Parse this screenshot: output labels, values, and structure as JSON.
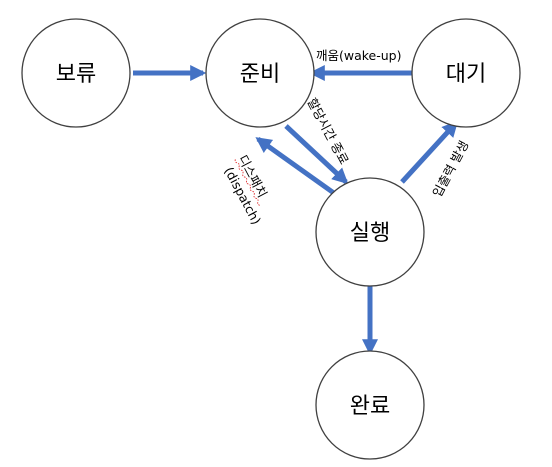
{
  "states": {
    "hold": "보류",
    "ready": "준비",
    "wait": "대기",
    "run": "실행",
    "done": "완료"
  },
  "transitions": {
    "wakeup": "깨움(wake-up)",
    "timeout": "할당시간 종료",
    "dispatch": "디스패치",
    "dispatch_en": "(dispatch)",
    "io_event": "입출력 발생"
  },
  "colors": {
    "arrow": "#4472c4",
    "circle_stroke": "#404040",
    "spellcheck": "#e03030"
  }
}
